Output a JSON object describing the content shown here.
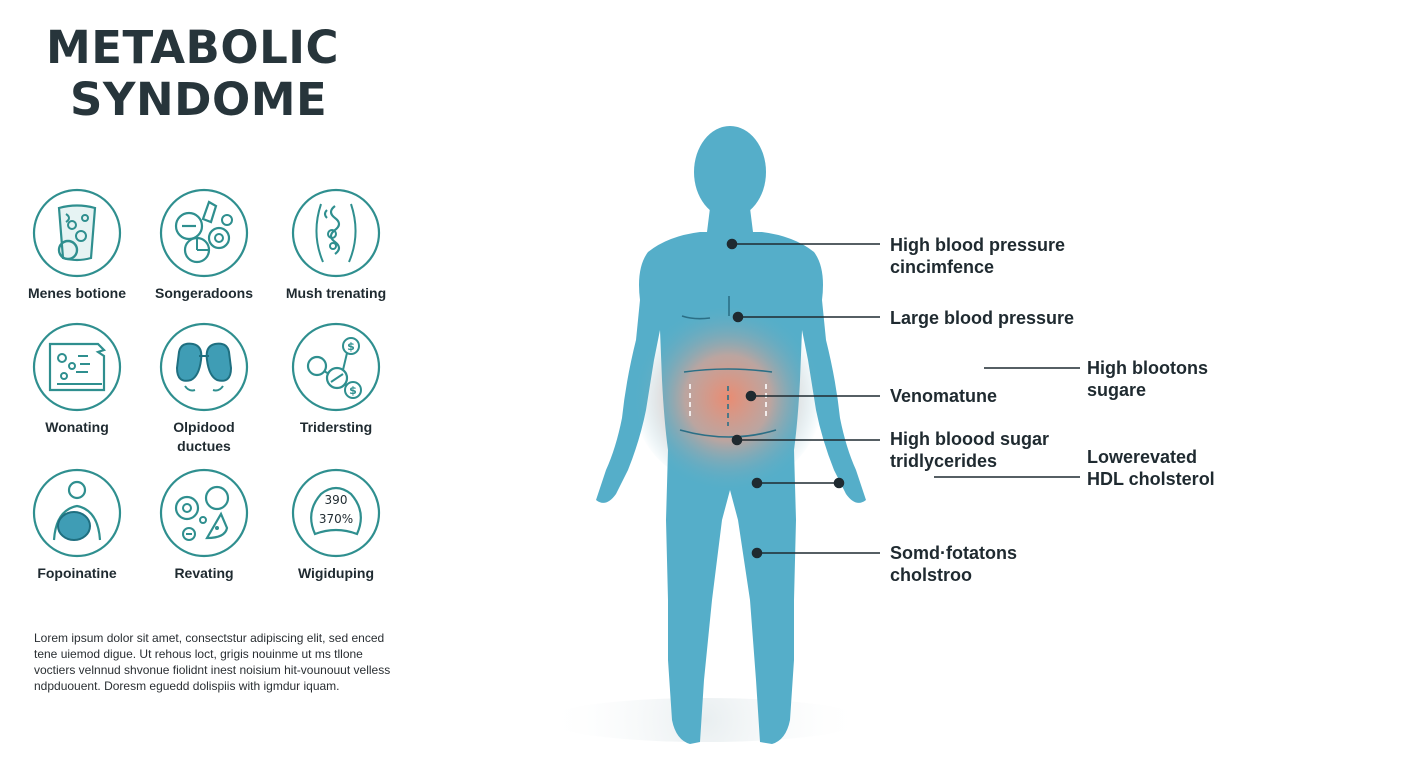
{
  "title": {
    "line1": "METABOLIC",
    "line2": "SYNDOME"
  },
  "colors": {
    "teal": "#2f8f8f",
    "body": "#55aec9",
    "belly": "#f08a6e",
    "text": "#1f2a30"
  },
  "icons": [
    {
      "name": "glass-bubbles-icon",
      "label1": "Menes botione",
      "label2": ""
    },
    {
      "name": "pills-icon",
      "label1": "Songeradoons",
      "label2": ""
    },
    {
      "name": "intestine-icon",
      "label1": "Mush trenating",
      "label2": ""
    },
    {
      "name": "clipboard-icon",
      "label1": "Wonating",
      "label2": ""
    },
    {
      "name": "kidneys-icon",
      "label1": "Olpidood",
      "label2": "ductues"
    },
    {
      "name": "molecule-dollar-icon",
      "label1": "Tridersting",
      "label2": ""
    },
    {
      "name": "person-belly-icon",
      "label1": "Fopoinatine",
      "label2": ""
    },
    {
      "name": "cells-drop-icon",
      "label1": "Revating",
      "label2": ""
    },
    {
      "name": "gauge-icon",
      "label1": "Wigiduping",
      "label2": "",
      "value1": "390",
      "value2": "370%"
    }
  ],
  "body_text": "Lorem ipsum dolor sit amet, consectstur adipiscing elit, sed enced tene uiemod digue. Ut rehous loct, grigis nouinme ut ms tllone voctiers velnnud shvonue fiolidnt inest noisium hit-vounouut velless ndpduouent. Doresm eguedd dolispiis with igmdur iquam.",
  "callouts": [
    {
      "id": "neck",
      "line1": "High blood pressure",
      "line2": "cincimfence"
    },
    {
      "id": "chest",
      "line1": "Large blood pressure",
      "line2": ""
    },
    {
      "id": "right-upper",
      "line1": "High blootons",
      "line2": "sugare"
    },
    {
      "id": "belly",
      "line1": "Venomatune",
      "line2": ""
    },
    {
      "id": "waist",
      "line1": "High bloood sugar",
      "line2": "tridlycerides"
    },
    {
      "id": "right-lower",
      "line1": "Lowerevated",
      "line2": "HDL cholsterol"
    },
    {
      "id": "thigh",
      "line1": "Somd·fotatons",
      "line2": "cholstroo"
    }
  ]
}
